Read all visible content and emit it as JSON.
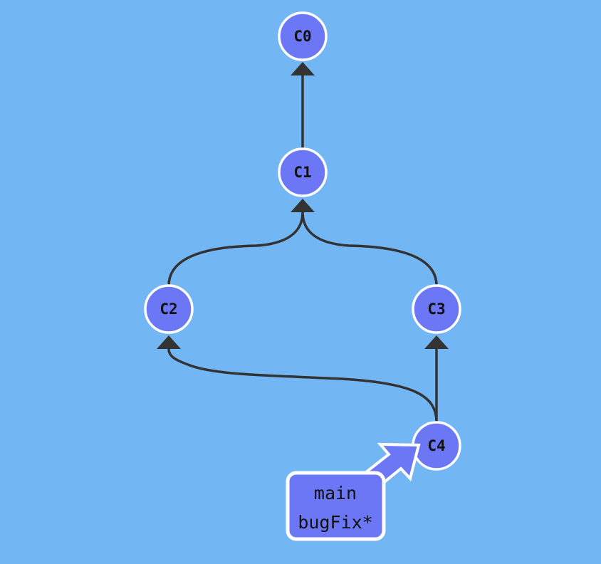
{
  "colors": {
    "background": "#73b6f4",
    "commit_fill": "#6b77f4",
    "commit_stroke": "#ffffff",
    "edge": "#333333",
    "label_text": "#111111"
  },
  "commits": [
    {
      "id": "C0",
      "label": "C0"
    },
    {
      "id": "C1",
      "label": "C1",
      "parents": [
        "C0"
      ]
    },
    {
      "id": "C2",
      "label": "C2",
      "parents": [
        "C1"
      ]
    },
    {
      "id": "C3",
      "label": "C3",
      "parents": [
        "C1"
      ]
    },
    {
      "id": "C4",
      "label": "C4",
      "parents": [
        "C3",
        "C2"
      ]
    }
  ],
  "refs": {
    "target": "C4",
    "branches": [
      {
        "name": "main",
        "label": "main"
      },
      {
        "name": "bugFix",
        "label": "bugFix*",
        "checked_out": true
      }
    ]
  }
}
